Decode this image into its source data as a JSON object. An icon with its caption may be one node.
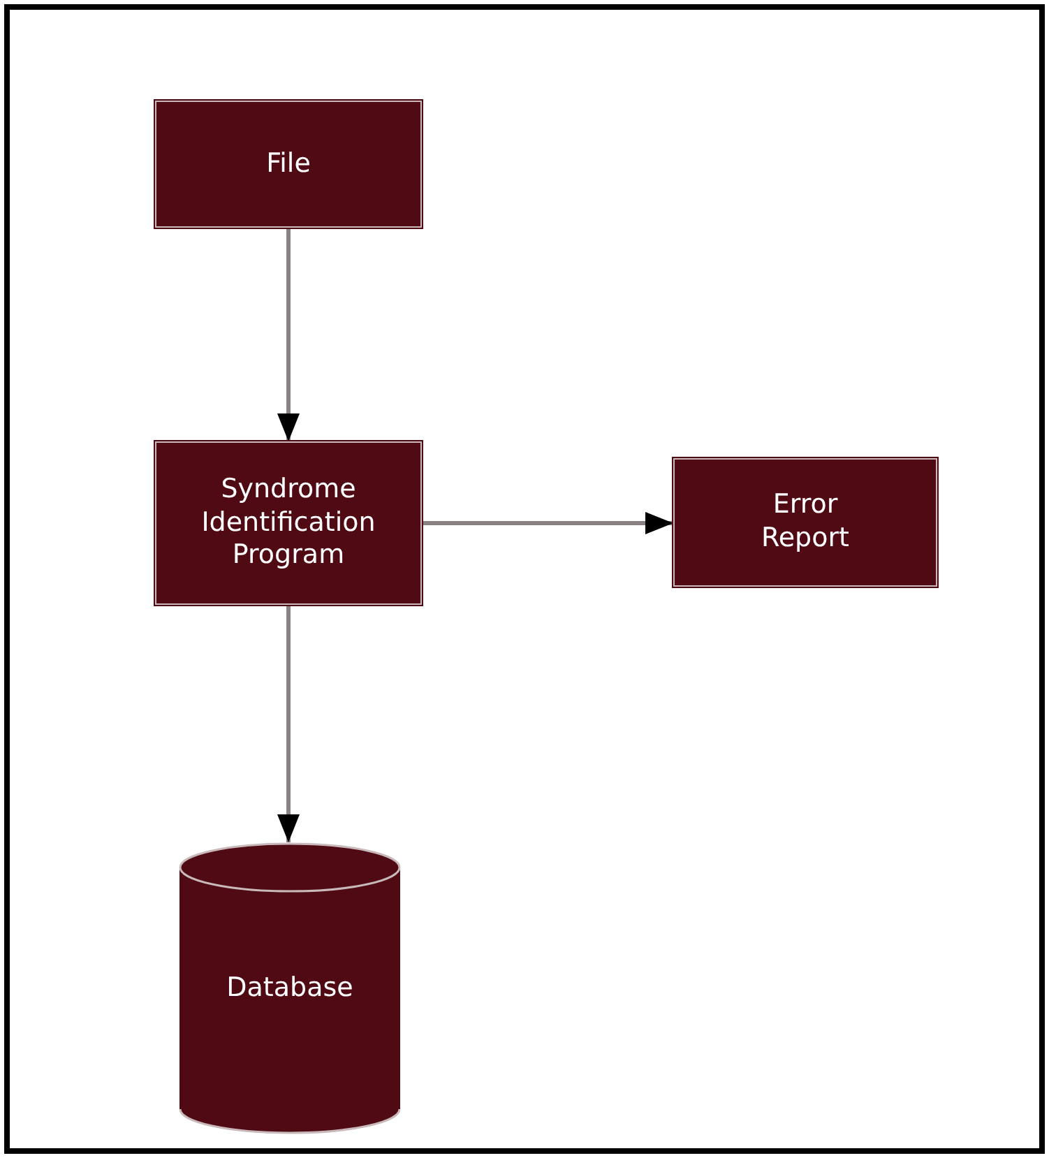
{
  "diagram": {
    "nodes": [
      {
        "text": [
          "File"
        ]
      },
      {
        "text": [
          "Syndrome Identification Program"
        ]
      },
      {
        "text": [
          "Error Report"
        ]
      },
      {
        "text": [
          "Database"
        ]
      }
    ],
    "edges": [
      {
        "from": 0,
        "to": 1,
        "arrow": "to"
      },
      {
        "from": 1,
        "to": 2,
        "arrow": "to"
      },
      {
        "from": 1,
        "to": 3,
        "arrow": "to"
      }
    ]
  }
}
